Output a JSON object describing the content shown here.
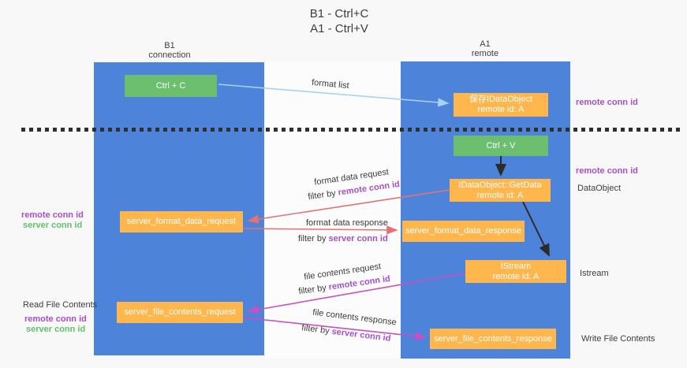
{
  "title": {
    "line1": "B1 - Ctrl+C",
    "line2": "A1 - Ctrl+V"
  },
  "lanes": {
    "left": {
      "name": "B1",
      "sub": "connection"
    },
    "right": {
      "name": "A1",
      "sub": "remote"
    }
  },
  "nodes": {
    "ctrl_c": "Ctrl + C",
    "ctrl_v": "Ctrl + V",
    "save_obj_line1": "保存IDataObject",
    "save_obj_line2": "remote id: A",
    "getdata_line1": "IDataObject::GetData",
    "getdata_line2": "remote id: A",
    "istream_line1": "IStream",
    "istream_line2": "remote id: A",
    "fmt_req": "server_format_data_request",
    "fmt_res": "server_format_data_response",
    "file_req": "server_file_contents_request",
    "file_res": "server_file_contents_response"
  },
  "arrow_labels": {
    "format_list": "format list",
    "format_data_request": "format data request",
    "format_data_response": "format data response",
    "file_contents_request": "file contents request",
    "file_contents_response": "file contents response",
    "filter_by": "filter by",
    "remote_conn_id": "remote conn id",
    "server_conn_id": "server conn id"
  },
  "side_labels": {
    "remote_conn_id": "remote conn id",
    "server_conn_id": "server conn id",
    "dataobject": "DataObject",
    "istream": "Istream",
    "read_file_contents": "Read File Contents",
    "write_file_contents": "Write File Contents"
  },
  "colors": {
    "lifeline_blue": "#4d83d9",
    "node_green": "#6cbf6e",
    "node_orange": "#ffb74d",
    "arrow_light_blue": "#a3d2f5",
    "arrow_red": "#e87070",
    "arrow_magenta": "#c94fc4",
    "arrow_black": "#2b2b2b",
    "label_purple": "#a650c8",
    "label_green": "#63c06b"
  }
}
